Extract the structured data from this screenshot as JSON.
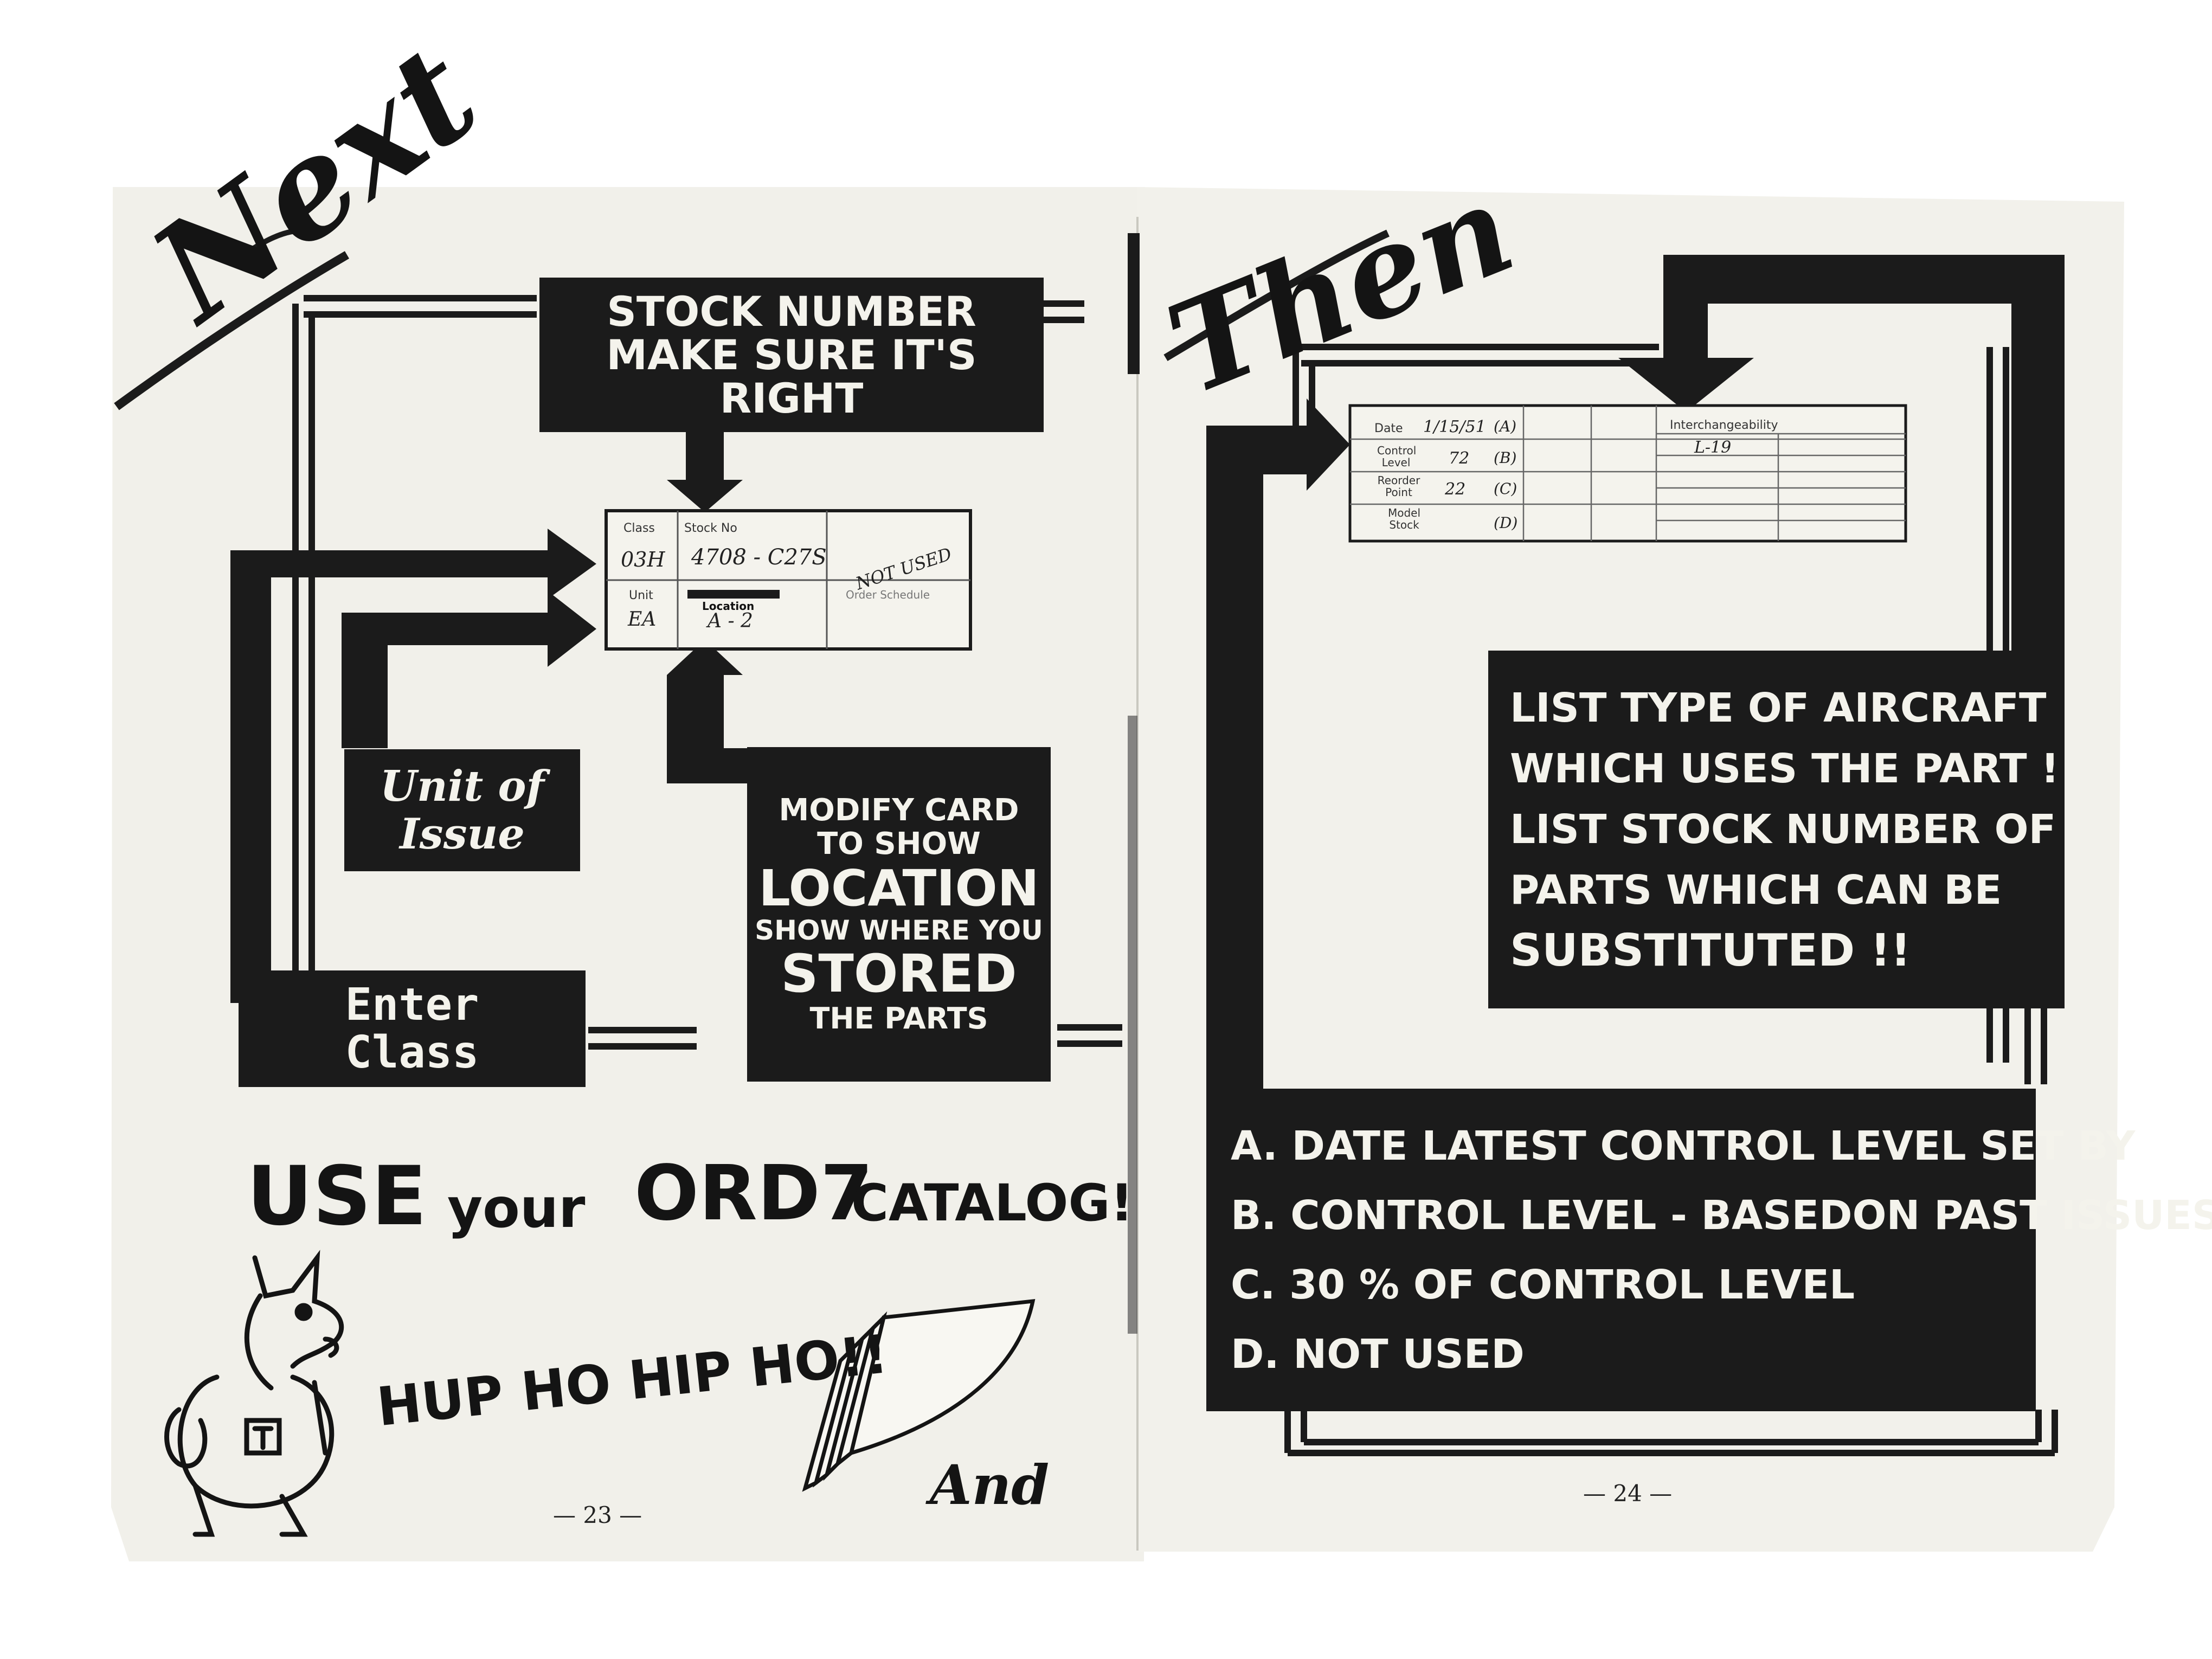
{
  "left_page": {
    "heading": "Next",
    "stock_box": {
      "lines": [
        "STOCK NUMBER",
        "MAKE  SURE  IT'S",
        "RIGHT"
      ]
    },
    "card": {
      "class_label": "Class",
      "class_value": "03H",
      "stock_label": "Stock No",
      "stock_value": "4708 - C27S",
      "not_used": "NOT USED",
      "unit_label": "Unit",
      "unit_value": "EA",
      "location_label": "Location",
      "location_value": "A - 2",
      "order_label": "Order Schedule"
    },
    "unit_box": {
      "lines": [
        "Unit  of",
        "Issue"
      ]
    },
    "enter_box": {
      "lines": [
        "Enter",
        "Class"
      ]
    },
    "modify_box": {
      "lines": [
        "MODIFY CARD",
        "TO SHOW",
        "LOCATION",
        "SHOW WHERE YOU",
        "STORED",
        "THE PARTS"
      ]
    },
    "catalog": {
      "use": "USE",
      "your": "your",
      "ord7": "ORD7",
      "catalog_word": "CATALOG!"
    },
    "hup": "HUP HO HIP HO!!",
    "and": "And",
    "page_number": "— 23 —"
  },
  "right_page": {
    "heading": "Then",
    "card": {
      "rows": [
        {
          "label": "Date",
          "value": "1/15/51",
          "code": "(A)"
        },
        {
          "label": "Control Level",
          "value": "72",
          "code": "(B)"
        },
        {
          "label": "Reorder Point",
          "value": "22",
          "code": "(C)"
        },
        {
          "label": "Model Stock",
          "value": "",
          "code": "(D)"
        }
      ],
      "interchange_label": "Interchangeability",
      "interchange_value": "L-19"
    },
    "aircraft_box": {
      "lines": [
        "LIST TYPE OF AIRCRAFT",
        "WHICH  USES  THE  PART !",
        "LIST STOCK NUMBER OF",
        "PARTS  WHICH  CAN  BE",
        "SUBSTITUTED !!"
      ]
    },
    "legend_box": {
      "lines": [
        "A.  DATE  LATEST  CONTROL  LEVEL SET BY",
        "B.  CONTROL  LEVEL - BASEDON  PAST  ISSUES",
        "C.  30 %  OF  CONTROL  LEVEL",
        "D.  NOT  USED"
      ]
    },
    "page_number": "— 24 —"
  },
  "colors": {
    "paper": "#f1f0ea",
    "ink": "#1b1b1b",
    "background": "#ffffff"
  }
}
